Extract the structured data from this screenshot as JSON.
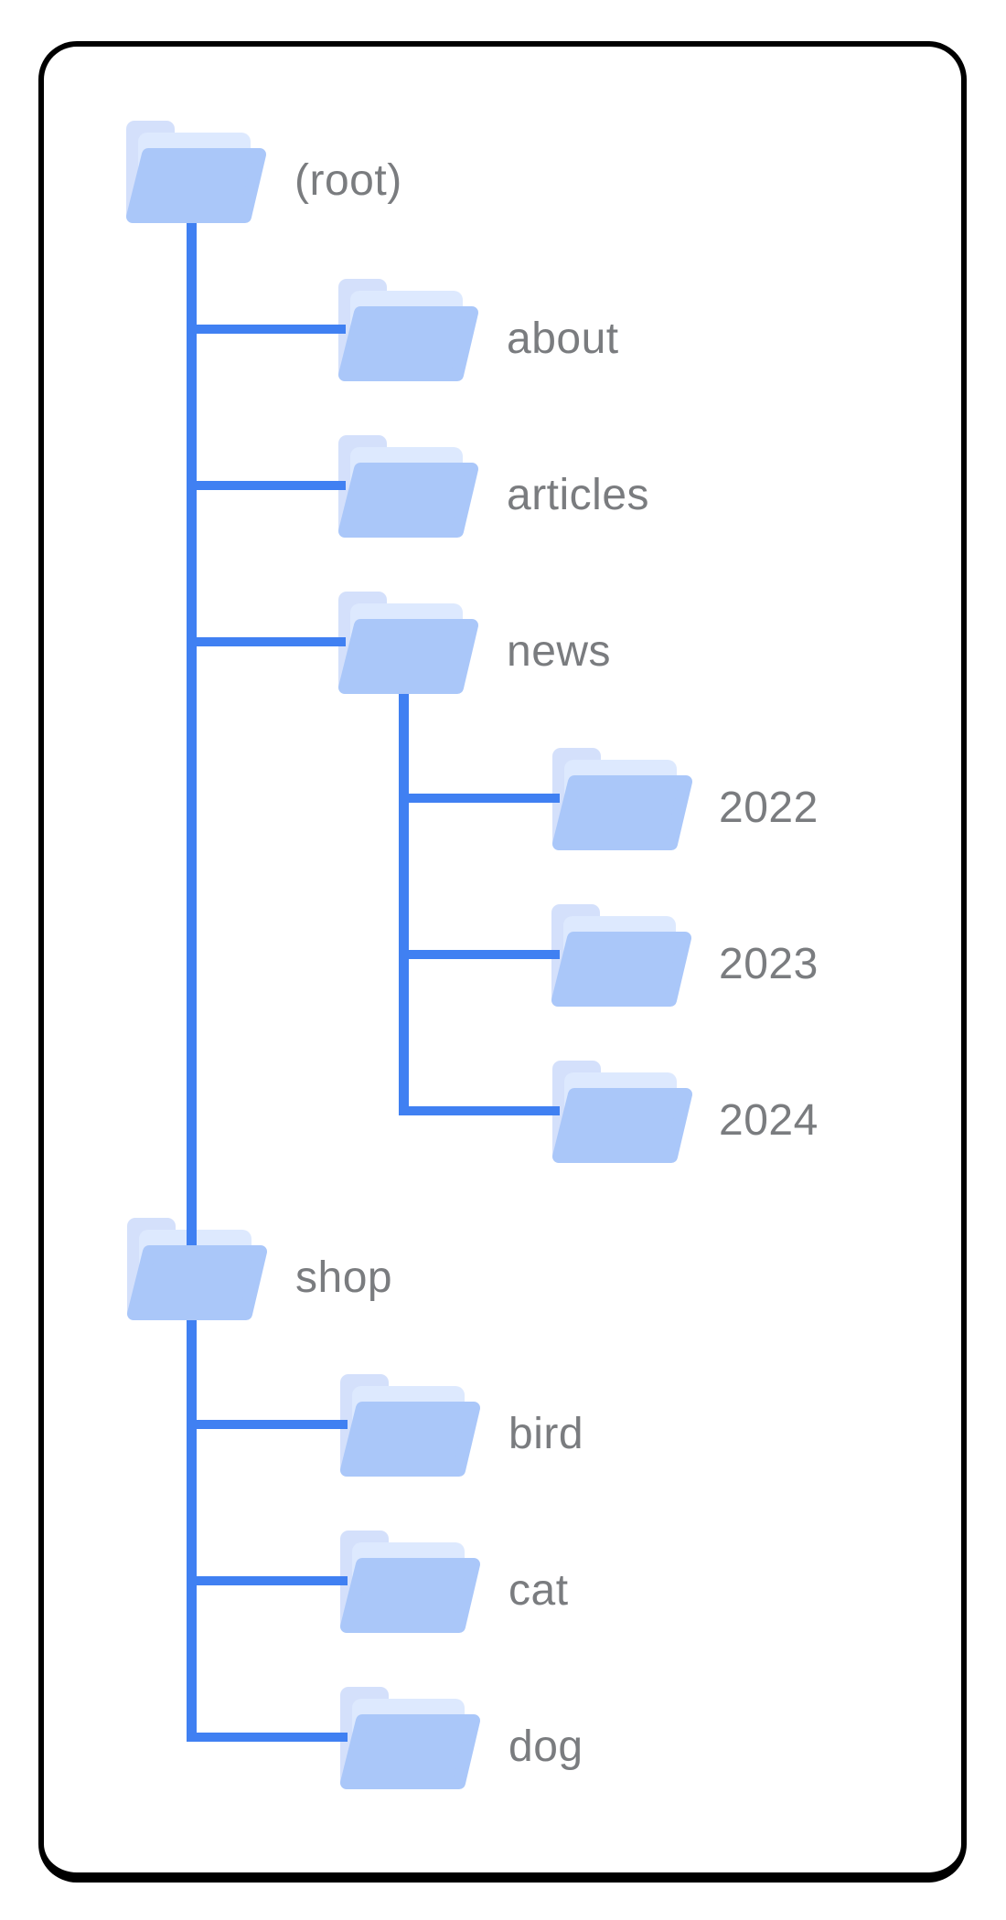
{
  "diagram": {
    "type": "folder-tree",
    "nodes": [
      {
        "label": "(root)",
        "level": 0,
        "parent": null
      },
      {
        "label": "about",
        "level": 1,
        "parent": "(root)"
      },
      {
        "label": "articles",
        "level": 1,
        "parent": "(root)"
      },
      {
        "label": "news",
        "level": 1,
        "parent": "(root)"
      },
      {
        "label": "2022",
        "level": 2,
        "parent": "news"
      },
      {
        "label": "2023",
        "level": 2,
        "parent": "news"
      },
      {
        "label": "2024",
        "level": 2,
        "parent": "news"
      },
      {
        "label": "shop",
        "level": 0,
        "parent": "(root)"
      },
      {
        "label": "bird",
        "level": 1,
        "parent": "shop"
      },
      {
        "label": "cat",
        "level": 1,
        "parent": "shop"
      },
      {
        "label": "dog",
        "level": 1,
        "parent": "shop"
      }
    ],
    "colors": {
      "connector_line": "#4080f2",
      "folder_front": "#aac7f9",
      "folder_back_tab": "#d4e0fb",
      "folder_sheet": "#dde9fe",
      "label_text": "#7a7c7f",
      "card_border": "#000000",
      "background": "#ffffff"
    }
  }
}
